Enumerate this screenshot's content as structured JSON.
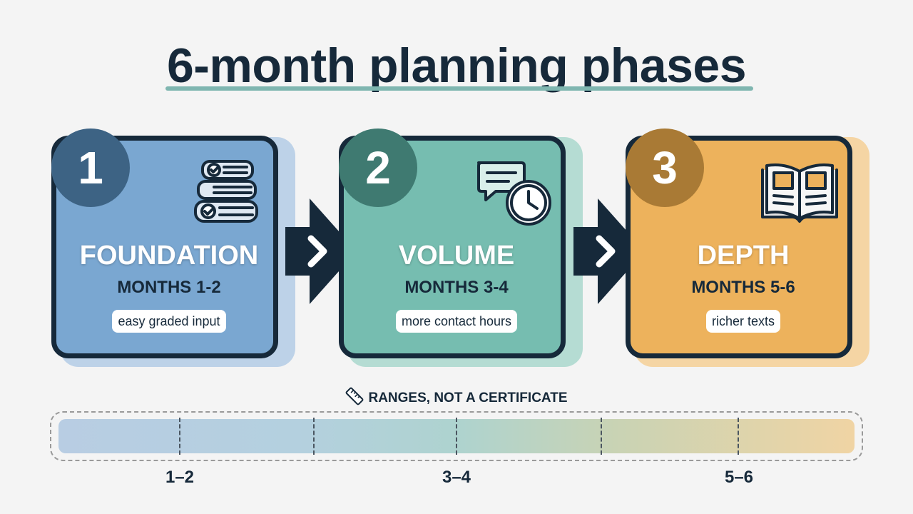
{
  "title": "6-month planning phases",
  "colors": {
    "navy": "#16293a",
    "foundation": "#7aa7d1",
    "volume": "#76bdb0",
    "depth": "#edb25c",
    "accent_underline": "#7fb6b0"
  },
  "phases": [
    {
      "number": "1",
      "title": "FOUNDATION",
      "months": "MONTHS 1-2",
      "tag": "easy graded input",
      "icon": "books-checklist-icon"
    },
    {
      "number": "2",
      "title": "VOLUME",
      "months": "MONTHS 3-4",
      "tag": "more contact hours",
      "icon": "chat-clock-icon"
    },
    {
      "number": "3",
      "title": "DEPTH",
      "months": "MONTHS 5-6",
      "tag": "richer texts",
      "icon": "open-book-icon"
    }
  ],
  "timeline": {
    "caption": "RANGES, NOT A CERTIFICATE",
    "caption_icon": "ruler-icon",
    "labels": [
      "1–2",
      "3–4",
      "5–6"
    ]
  }
}
